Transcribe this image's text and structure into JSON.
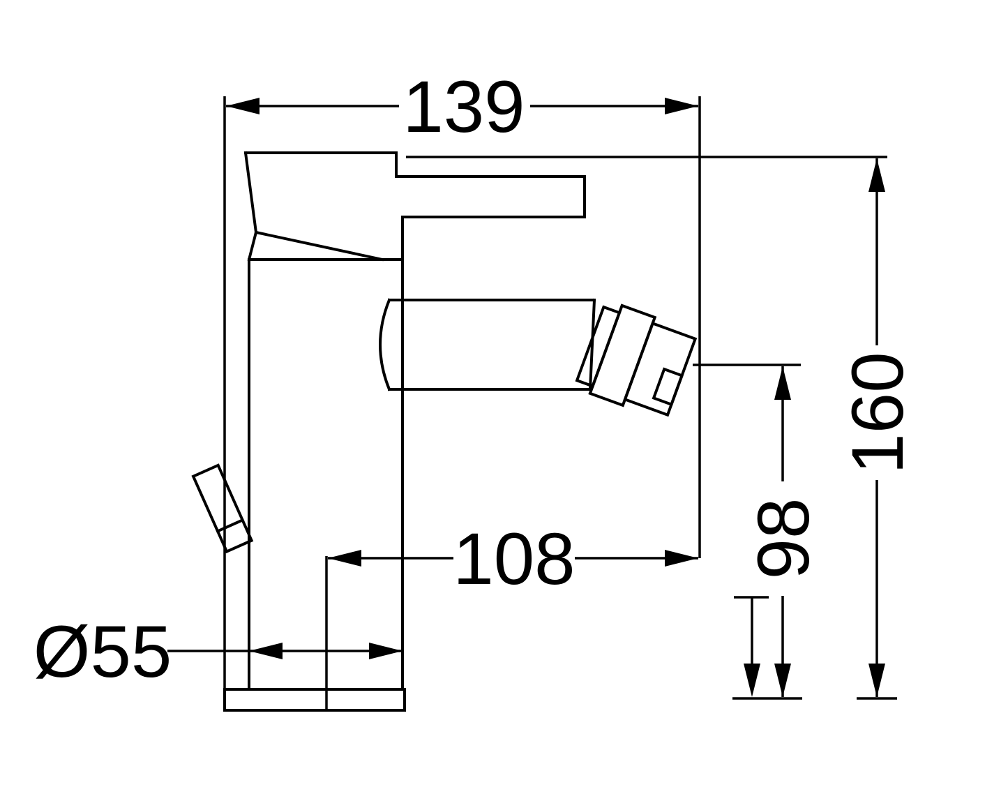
{
  "drawing": {
    "background_color": "#ffffff",
    "line_color": "#000000",
    "dimensions": {
      "top_width": "139",
      "overall_height": "160",
      "outlet_height": "98",
      "spout_reach": "108",
      "base_diameter": "Ø55"
    }
  }
}
